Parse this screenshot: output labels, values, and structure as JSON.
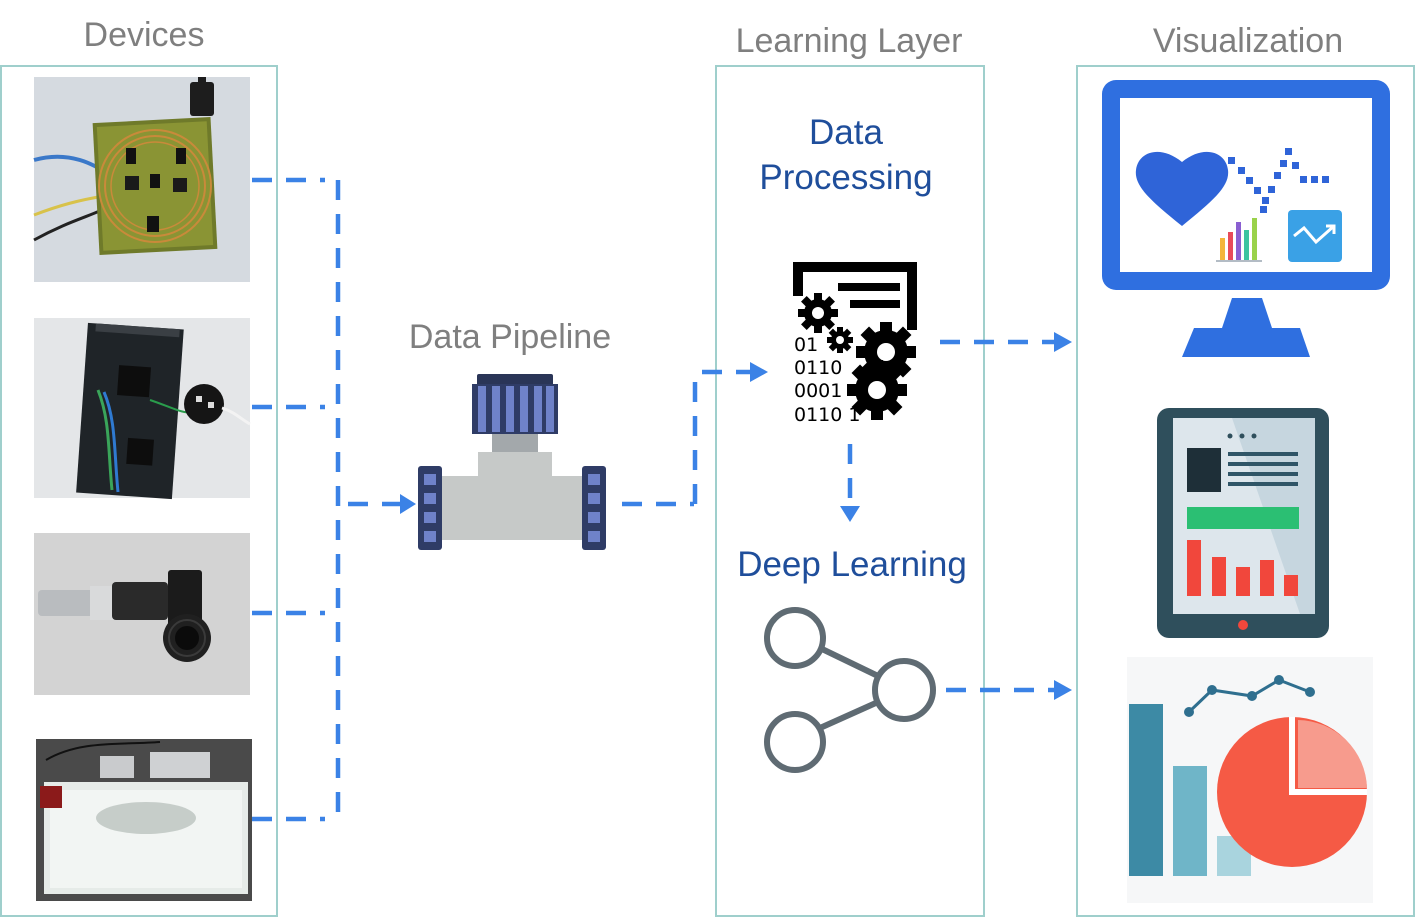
{
  "columns": {
    "devices": {
      "title": "Devices"
    },
    "pipeline": {
      "title": "Data Pipeline"
    },
    "learning": {
      "title": "Learning Layer",
      "processing_label_line1": "Data",
      "processing_label_line2": "Processing",
      "deep_learning_label": "Deep Learning",
      "binary_lines": [
        "01",
        "0110",
        "0001",
        "0110 1"
      ]
    },
    "visualization": {
      "title": "Visualization"
    }
  },
  "devices": [
    {
      "name": "nfc-sensor-board-photo"
    },
    {
      "name": "microcontroller-board-photo"
    },
    {
      "name": "thermal-camera-photo"
    },
    {
      "name": "pressure-mat-photo"
    }
  ],
  "colors": {
    "arrow": "#3b82e6",
    "panel_border": "#9fcfcc",
    "heading": "#7f7f7f",
    "learning_label": "#1f4e9b",
    "monitor": "#2f6fe0",
    "tablet": "#2f4f5c",
    "chart_red": "#f55a45",
    "chart_teal": "#3d8aa5"
  },
  "icons": {
    "pipeline": "pipe-fitting-icon",
    "processing": "gears-binary-icon",
    "deep_learning": "share-network-icon",
    "monitor": "monitor-dashboard-icon",
    "tablet": "tablet-report-icon",
    "charts": "bar-pie-line-chart-icon"
  }
}
